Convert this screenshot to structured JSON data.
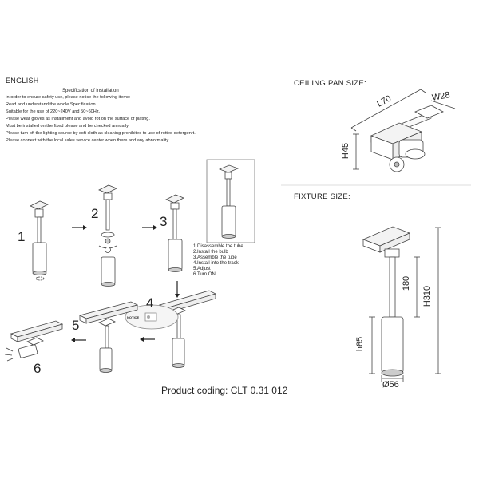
{
  "language": "ENGLISH",
  "specification": {
    "title": "Specification of installation",
    "lines": [
      "In order to ensure safety use, please notice the following items:",
      "Read and understand the whole Specification.",
      "Suitable for the use of 220~240V and 50~60Hz.",
      "Please wear gloves as installment and avoid rot on the surface of plating.",
      "Must be installed on the fixed please and be checked annually.",
      "Please turn off the lighting source by soft cloth as cleaning prohibited to use of rotted detergenrt.",
      "Please connect with the local sales service center when there and any abnormality."
    ]
  },
  "ceiling_pan": {
    "title": "CEILING PAN SIZE:",
    "length": "L70",
    "width": "W28",
    "height": "H45"
  },
  "fixture": {
    "title": "FIXTURE SIZE:",
    "rod": "180",
    "total": "H310",
    "body": "h85",
    "diameter": "Ø56"
  },
  "steps": {
    "numbers": [
      "1",
      "2",
      "3",
      "4",
      "5",
      "6"
    ],
    "list": [
      "1.Disassemble the tube",
      "2.Install the bulb",
      "3.Assemble the tube",
      "4.Install into the track",
      "5.Adjust",
      "6.Turn ON"
    ],
    "notice": "NOTICE"
  },
  "product_coding": "Product coding: CLT 0.31 012"
}
